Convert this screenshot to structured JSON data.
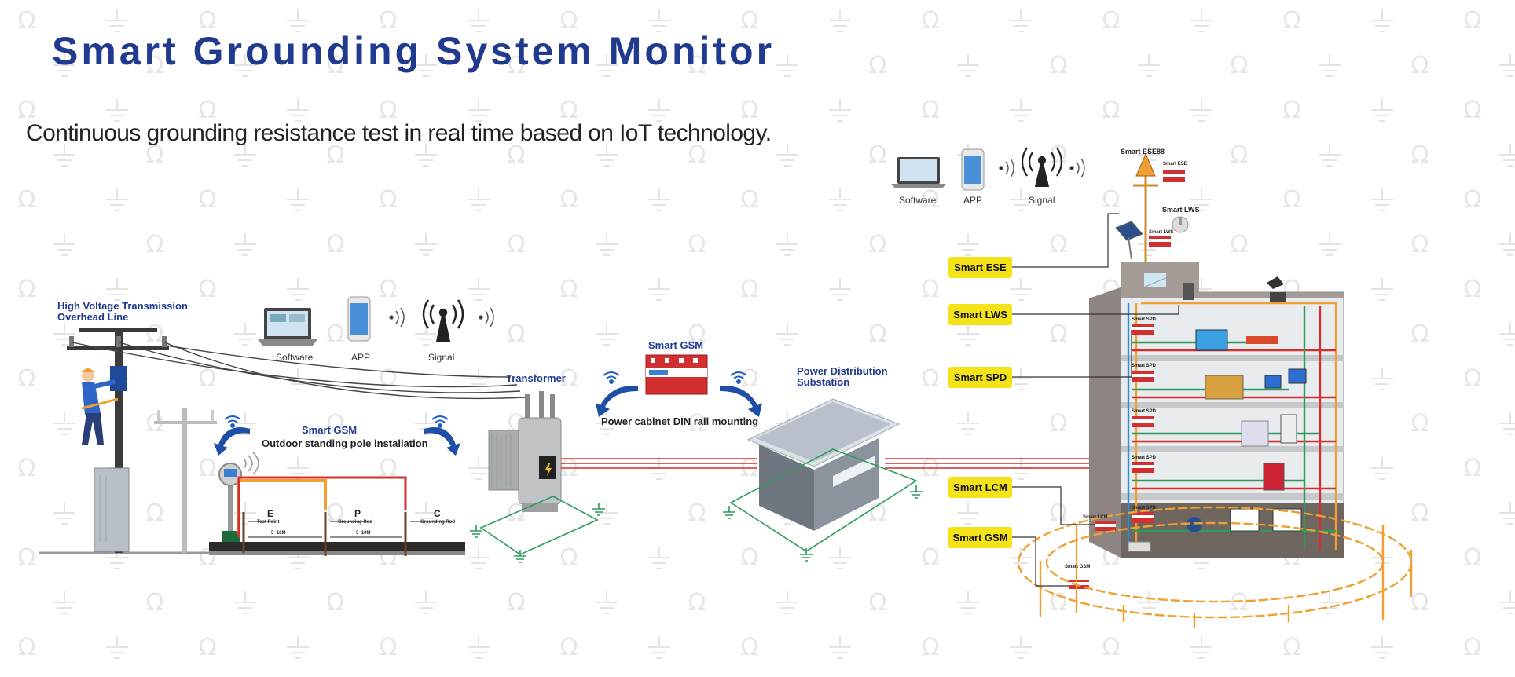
{
  "title": "Smart Grounding System Monitor",
  "subtitle": "Continuous grounding resistance test in real time  based on IoT technology.",
  "left_section": {
    "line_label": "High Voltage Transmission\nOverhead Line",
    "software_label": "Software",
    "app_label": "APP",
    "signal_label": "Signal",
    "gsm_title": "Smart GSM",
    "gsm_subtitle": "Outdoor standing pole installation",
    "electrodes": [
      {
        "letter": "E",
        "caption": "Test Point"
      },
      {
        "letter": "P",
        "caption": "Grounding Rod"
      },
      {
        "letter": "C",
        "caption": "Grounding Rod"
      }
    ],
    "distances": [
      "5~10M",
      "5~10M"
    ]
  },
  "middle_section": {
    "transformer_label": "Transformer",
    "gsm_title": "Smart GSM",
    "gsm_subtitle": "Power cabinet DIN rail mounting",
    "substation_label": "Power Distribution\nSubstation"
  },
  "right_section": {
    "software_label": "Software",
    "app_label": "APP",
    "signal_label": "Signal",
    "ese88_label": "Smart ESE88",
    "small_labels": [
      "Smart ESE",
      "Smart LWS",
      "Smart LWS",
      "Smart SPD",
      "Smart SPD",
      "Smart SPD",
      "Smart SPD",
      "Smart SPD",
      "Smart LCM",
      "Smart GSM"
    ],
    "tags": [
      "Smart ESE",
      "Smart LWS",
      "Smart SPD",
      "Smart LCM",
      "Smart GSM"
    ]
  },
  "colors": {
    "title_blue": "#1f3a8f",
    "tag_yellow": "#f5e31a",
    "wire_red": "#d32f2f",
    "wire_orange": "#f0a030",
    "ground_green": "#2e9a5c",
    "wire_blue": "#2a8fd6"
  }
}
